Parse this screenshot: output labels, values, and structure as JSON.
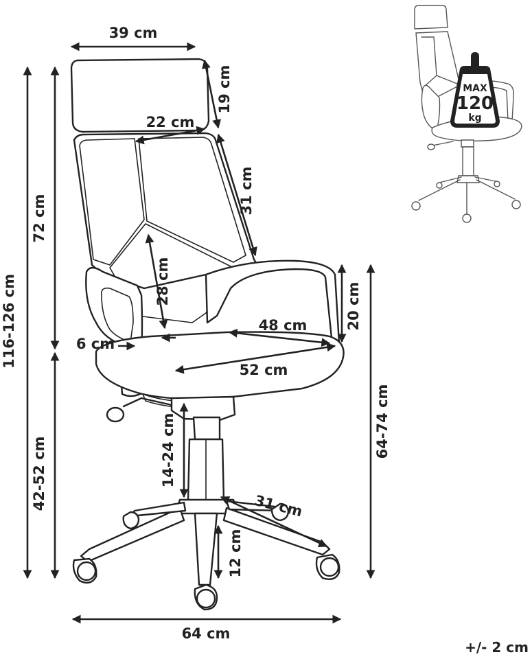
{
  "dimensions": {
    "headrest_width": "39 cm",
    "headrest_height": "19 cm",
    "back_width": "22 cm",
    "back_height": "31 cm",
    "backrest_height": "72 cm",
    "total_height": "116-126 cm",
    "lumbar_height": "28 cm",
    "armrest_height": "20 cm",
    "seat_width": "48 cm",
    "armrest_width": "6 cm",
    "seat_depth": "52 cm",
    "seat_height": "42-52 cm",
    "armrest_floor_height": "64-74 cm",
    "gas_lift": "14-24 cm",
    "leg_length": "31 cm",
    "base_height": "12 cm",
    "base_width": "64 cm"
  },
  "badge": {
    "line1": "MAX",
    "line2": "120",
    "line3": "kg"
  },
  "tolerance": "+/- 2 cm"
}
